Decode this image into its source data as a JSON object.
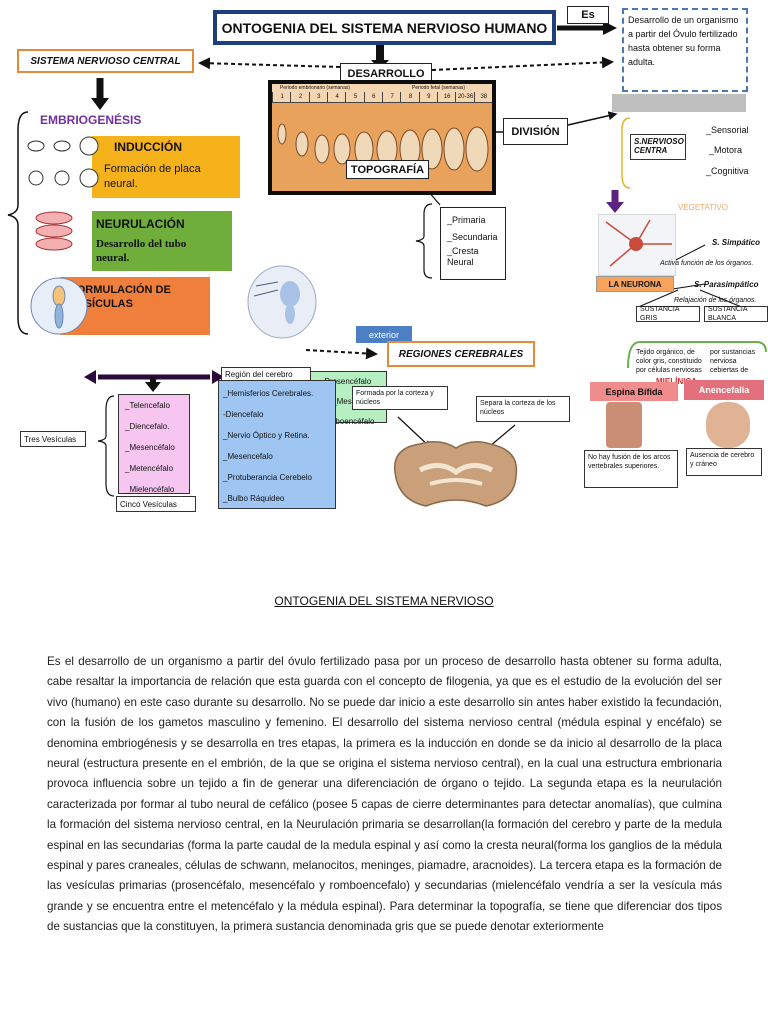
{
  "diagram": {
    "title": "ONTOGENIA DEL SISTEMA NERVIOSO HUMANO",
    "es_label": "Es",
    "definition": "Desarrollo de un organismo a partir del Óvulo fertilizado hasta obtener su forma adulta.",
    "snc_label": "SISTEMA NERVIOSO CENTRAL",
    "desarrollo_label": "DESARROLLO",
    "division_label": "DIVISIÓN",
    "topografia_label": "TOPOGRAFÍA",
    "embriogenesis_label": "EMBRIOGENÉSIS",
    "induccion": {
      "title": "INDUCCIÓN",
      "text": "Formación de placa neural."
    },
    "neurulacion": {
      "title": "NEURULACIÓN",
      "text": "Desarrollo del tubo neural."
    },
    "formulacion": {
      "title": "FORMULACIÓN DE VESÍCULAS"
    },
    "timeline_header": [
      "1",
      "2",
      "3",
      "4",
      "5",
      "6",
      "7",
      "8",
      "9",
      "16",
      "20-36",
      "38"
    ],
    "timeline_caption": "Periodo embrionario (semanas)",
    "timeline_caption2": "Periodo fetal (semanas)",
    "topografia_list": [
      "_Primaria",
      "_Secundaria",
      "_Cresta Neural"
    ],
    "snc_division": {
      "label": "S.NERVIOSO CENTRA",
      "items": [
        "_Sensorial",
        "_Motora",
        "_Cognitiva"
      ]
    },
    "vegetativo": {
      "label": "VEGETATIVO",
      "simpatico": "S. Simpático",
      "simpatico_desc": "Activa función de los órganos.",
      "parasimpatico": "S. Parasimpático",
      "parasimpatico_desc": "Relajación de los órganos."
    },
    "la_neurona": "LA NEURONA",
    "sustancias": {
      "gris": "SUSTANCIA GRIS",
      "blanca": "SUSTANCIA BLANCA"
    },
    "sustancias_desc": "Tejido orgánico, de color gris, constituido por células nerviosas",
    "sustancias_desc2": "por sustancias nerviosa cebiertas de",
    "mielinica": "MIELÍNICA",
    "espina_bifida": {
      "label": "Espina Bífida",
      "desc": "No hay fusión de los arcos vertebrales superiores."
    },
    "anencefalia": {
      "label": "Anencefalia",
      "desc": "Ausencia de cerebro y cráneo"
    },
    "exterior_label": "exterior",
    "regiones_label": "REGIONES CEREBRALES",
    "tres_vesiculas": "Tres Vesículas",
    "cinco_vesiculas": "Cinco Vesículas",
    "cinco_list": [
      "_Telencefalo",
      "_Diencefalo.",
      "_Mesencéfalo",
      "_Metencéfalo",
      "_Mielencéfalo"
    ],
    "region_label": "Región del cerebro",
    "region_list": [
      "_Hemisferios Cerebrales.",
      "-Diencefalo",
      "_Nervio Óptico y Retina.",
      "_Mesencefalo",
      "_Protuberancia Cerebelo",
      "_Bulbo Ráquideo"
    ],
    "tres_list": [
      "_Prosencéfalo",
      "_Mesencéfalo",
      "_Romboencéfalo"
    ],
    "formada_note": "Formada por la corteza y núcleos",
    "separa_note": "Separa la corteza de los núcleos"
  },
  "document": {
    "title": "ONTOGENIA DEL SISTEMA NERVIOSO",
    "body": "Es el desarrollo de un organismo a partir del óvulo fertilizado pasa por un proceso de desarrollo hasta obtener su forma adulta, cabe resaltar la importancia de relación que esta guarda con el concepto de filogenia, ya que es el estudio de la evolución del ser vivo (humano) en este caso durante su desarrollo. No se puede dar inicio a este desarrollo sin antes haber existido la fecundación, con la fusión de los gametos masculino y femenino. El desarrollo del sistema nervioso central (médula espinal y encéfalo) se denomina embriogénesis y se desarrolla en tres etapas, la primera es la inducción en donde se da inicio al desarrollo de la placa neural (estructura presente en el embrión, de la que se origina el sistema nervioso central), en la cual una estructura embrionaria provoca influencia sobre un tejido a fin de generar una diferenciación de órgano o tejido. La segunda etapa es la neurulación caracterizada por formar al tubo neural de cefálico (posee 5 capas de cierre determinantes para detectar anomalías), que culmina la formación del sistema nervioso central, en la Neurulación primaria se desarrollan(la formación del cerebro y parte de la medula espinal en las secundarias (forma la parte caudal de la medula espinal y así como la cresta neural(forma los ganglios de la médula espinal y pares craneales, células de schwann, melanocitos, meninges, piamadre, aracnoides). La tercera etapa es la formación de las vesículas primarias (prosencéfalo, mesencéfalo y romboencefalo) y secundarias (mielencéfalo vendría a ser la vesícula más grande y se encuentra entre el metencéfalo y la médula espinal). Para determinar la topografía, se tiene que diferenciar dos tipos de sustancias que la constituyen, la primera sustancia denominada gris que se puede denotar exteriormente"
  }
}
